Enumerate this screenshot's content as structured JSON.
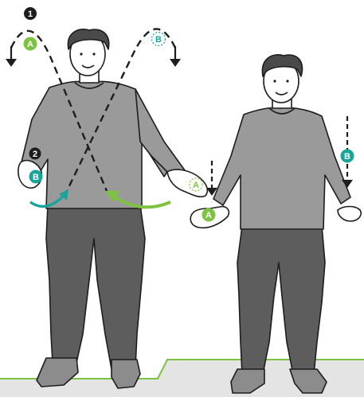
{
  "markers": {
    "step1": "1",
    "step2": "2",
    "ball_a": "A",
    "ball_b": "B"
  },
  "colors": {
    "ball_a": "#7dc242",
    "ball_b": "#1aa39a",
    "shirt": "#9a9a9a",
    "pants": "#5d5d5d",
    "skin": "#ffffff",
    "hair": "#4a4a4a",
    "floor": "#e4e4e4",
    "floor_edge": "#7dc242",
    "outline": "#1d1d1d"
  },
  "icons": [
    "down-arrow-icon",
    "dashed-trajectory-icon",
    "curved-motion-arrow-icon"
  ]
}
